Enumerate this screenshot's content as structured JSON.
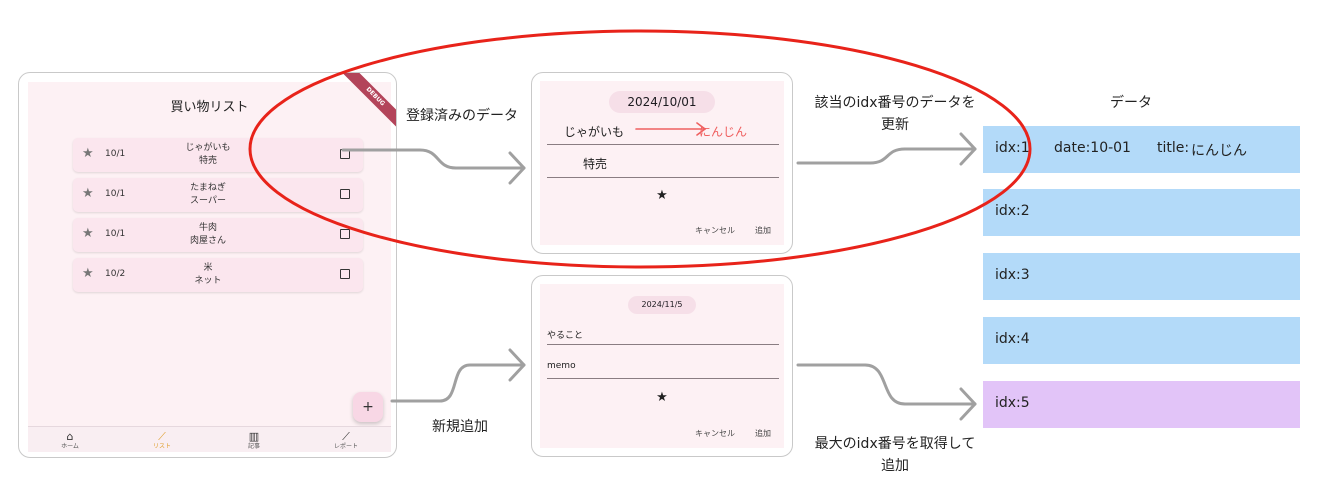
{
  "app": {
    "title": "買い物リスト",
    "debug_banner": "DEBUG",
    "items": [
      {
        "date": "10/1",
        "name_line1": "じゃがいも",
        "name_line2": "特売"
      },
      {
        "date": "10/1",
        "name_line1": "たまねぎ",
        "name_line2": "スーパー"
      },
      {
        "date": "10/1",
        "name_line1": "牛肉",
        "name_line2": "肉屋さん"
      },
      {
        "date": "10/2",
        "name_line1": "米",
        "name_line2": "ネット"
      }
    ],
    "fab_label": "+",
    "nav": [
      {
        "icon": "home-icon",
        "label": "ホーム"
      },
      {
        "icon": "list-icon",
        "label": "リスト"
      },
      {
        "icon": "book-icon",
        "label": "記事"
      },
      {
        "icon": "chart-icon",
        "label": "レポート"
      }
    ]
  },
  "edit_dialog": {
    "date": "2024/10/01",
    "old_title": "じゃがいも",
    "new_title": "にんじん",
    "memo": "特売",
    "star": "★",
    "cancel": "キャンセル",
    "add": "追加"
  },
  "new_dialog": {
    "date": "2024/11/5",
    "title_placeholder": "やること",
    "memo_placeholder": "memo",
    "star": "★",
    "cancel": "キャンセル",
    "add": "追加"
  },
  "labels": {
    "registered": "登録済みのデータ",
    "new_add": "新規追加",
    "update_line1": "該当のidx番号のデータを",
    "update_line2": "更新",
    "max_line1": "最大のidx番号を取得して",
    "max_line2": "追加"
  },
  "data_panel": {
    "title": "データ",
    "rows": [
      {
        "idx": "idx:1",
        "date": "date:10-01",
        "title_label": "title:",
        "title_value": "にんじん"
      },
      {
        "idx": "idx:2"
      },
      {
        "idx": "idx:3"
      },
      {
        "idx": "idx:4"
      },
      {
        "idx": "idx:5"
      }
    ]
  },
  "colors": {
    "block_blue": "#b3daf9",
    "block_purple": "#e2c4f8",
    "highlight_red": "#e02a2a",
    "arrow_gray": "#a0a0a0"
  }
}
